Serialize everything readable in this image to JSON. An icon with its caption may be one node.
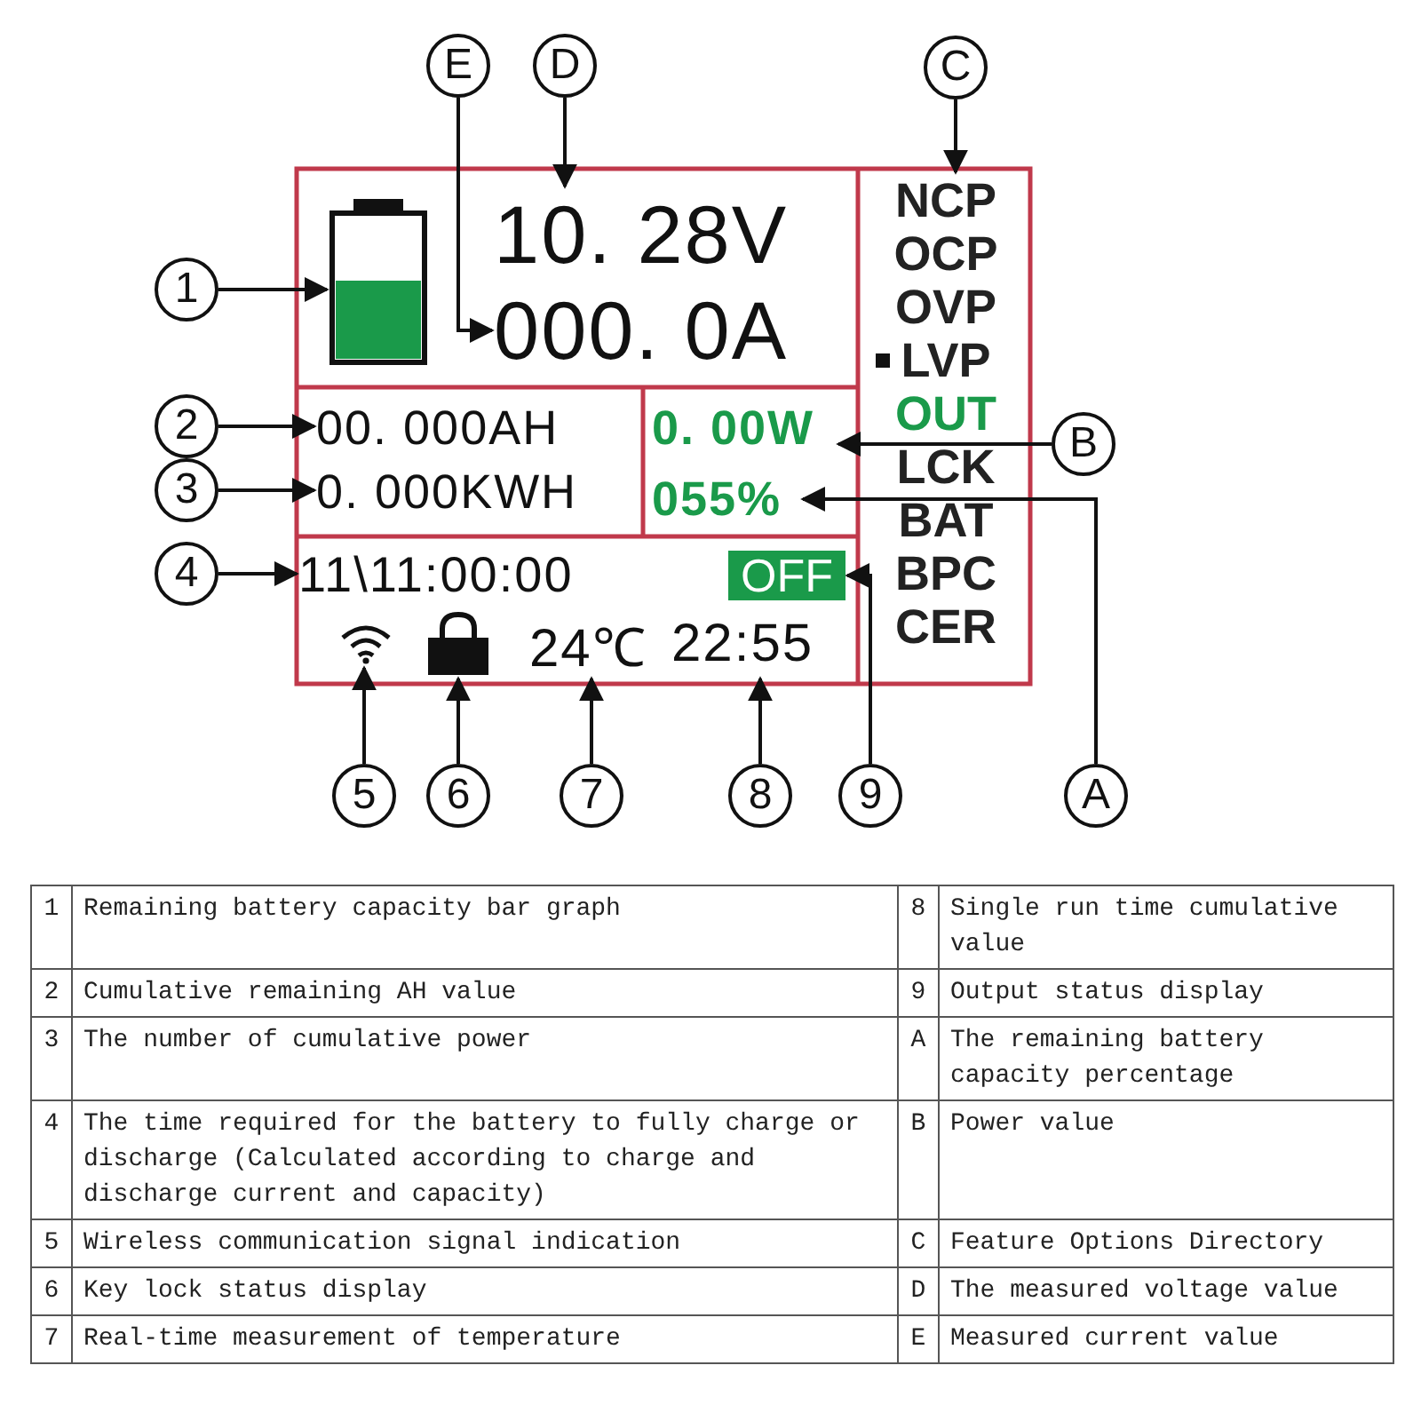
{
  "diagram": {
    "nodes": [
      {
        "text": [
          "E"
        ]
      },
      {
        "text": [
          "D"
        ]
      },
      {
        "text": [
          "C"
        ]
      },
      {
        "text": [
          "1"
        ]
      },
      {
        "text": [],
        "shape": "battery"
      },
      {
        "text": [
          "10. 28V"
        ]
      },
      {
        "text": [
          "000. 0A"
        ]
      },
      {
        "text": [
          "NCP",
          "OCP",
          "OVP",
          "LVP",
          "OUT",
          "LCK",
          "BAT",
          "BPC",
          "CER"
        ]
      },
      {
        "text": [
          "2"
        ]
      },
      {
        "text": [
          "00. 000AH"
        ]
      },
      {
        "text": [
          "0. 00W"
        ]
      },
      {
        "text": [
          "B"
        ]
      },
      {
        "text": [
          "3"
        ]
      },
      {
        "text": [
          "0. 000KWH"
        ]
      },
      {
        "text": [
          "055%"
        ]
      },
      {
        "text": [
          "4"
        ]
      },
      {
        "text": [
          "11\\11:00:00"
        ]
      },
      {
        "text": [
          "OFF"
        ]
      },
      {
        "text": [],
        "shape": "signal"
      },
      {
        "text": [],
        "shape": "lock"
      },
      {
        "text": [
          "24℃"
        ]
      },
      {
        "text": [
          "22:55"
        ]
      },
      {
        "text": [
          "5"
        ]
      },
      {
        "text": [
          "6"
        ]
      },
      {
        "text": [
          "7"
        ]
      },
      {
        "text": [
          "8"
        ]
      },
      {
        "text": [
          "9"
        ]
      },
      {
        "text": [
          "A"
        ]
      }
    ],
    "edges": [
      {
        "from": 0,
        "to": 6,
        "arrow": "to"
      },
      {
        "from": 1,
        "to": 5,
        "arrow": "to"
      },
      {
        "from": 2,
        "to": 7,
        "arrow": "to"
      },
      {
        "from": 3,
        "to": 4,
        "arrow": "to"
      },
      {
        "from": 8,
        "to": 9,
        "arrow": "to"
      },
      {
        "from": 12,
        "to": 13,
        "arrow": "to"
      },
      {
        "from": 11,
        "to": 10,
        "arrow": "to"
      },
      {
        "from": 27,
        "to": 14,
        "arrow": "to"
      },
      {
        "from": 15,
        "to": 16,
        "arrow": "to"
      },
      {
        "from": 26,
        "to": 17,
        "arrow": "to"
      },
      {
        "from": 22,
        "to": 18,
        "arrow": "to"
      },
      {
        "from": 23,
        "to": 19,
        "arrow": "to"
      },
      {
        "from": 24,
        "to": 20,
        "arrow": "to"
      },
      {
        "from": 25,
        "to": 21,
        "arrow": "to"
      }
    ],
    "labels": [
      "1",
      "Remaining battery capacity bar graph",
      "8",
      "Single run time cumulative value",
      "2",
      "Cumulative remaining AH value",
      "9",
      "Output status display",
      "3",
      "The number of cumulative power",
      "A",
      "The remaining battery capacity percentage",
      "4",
      "The time required for the battery to fully charge or discharge (Calculated according to charge and discharge current and capacity)",
      "B",
      "Power value",
      "5",
      "Wireless communication signal indication",
      "C",
      "Feature Options Directory",
      "6",
      "Key lock status display",
      "D",
      "The measured voltage value",
      "7",
      "Real-time measurement of temperature",
      "E",
      "Measured current value"
    ]
  }
}
